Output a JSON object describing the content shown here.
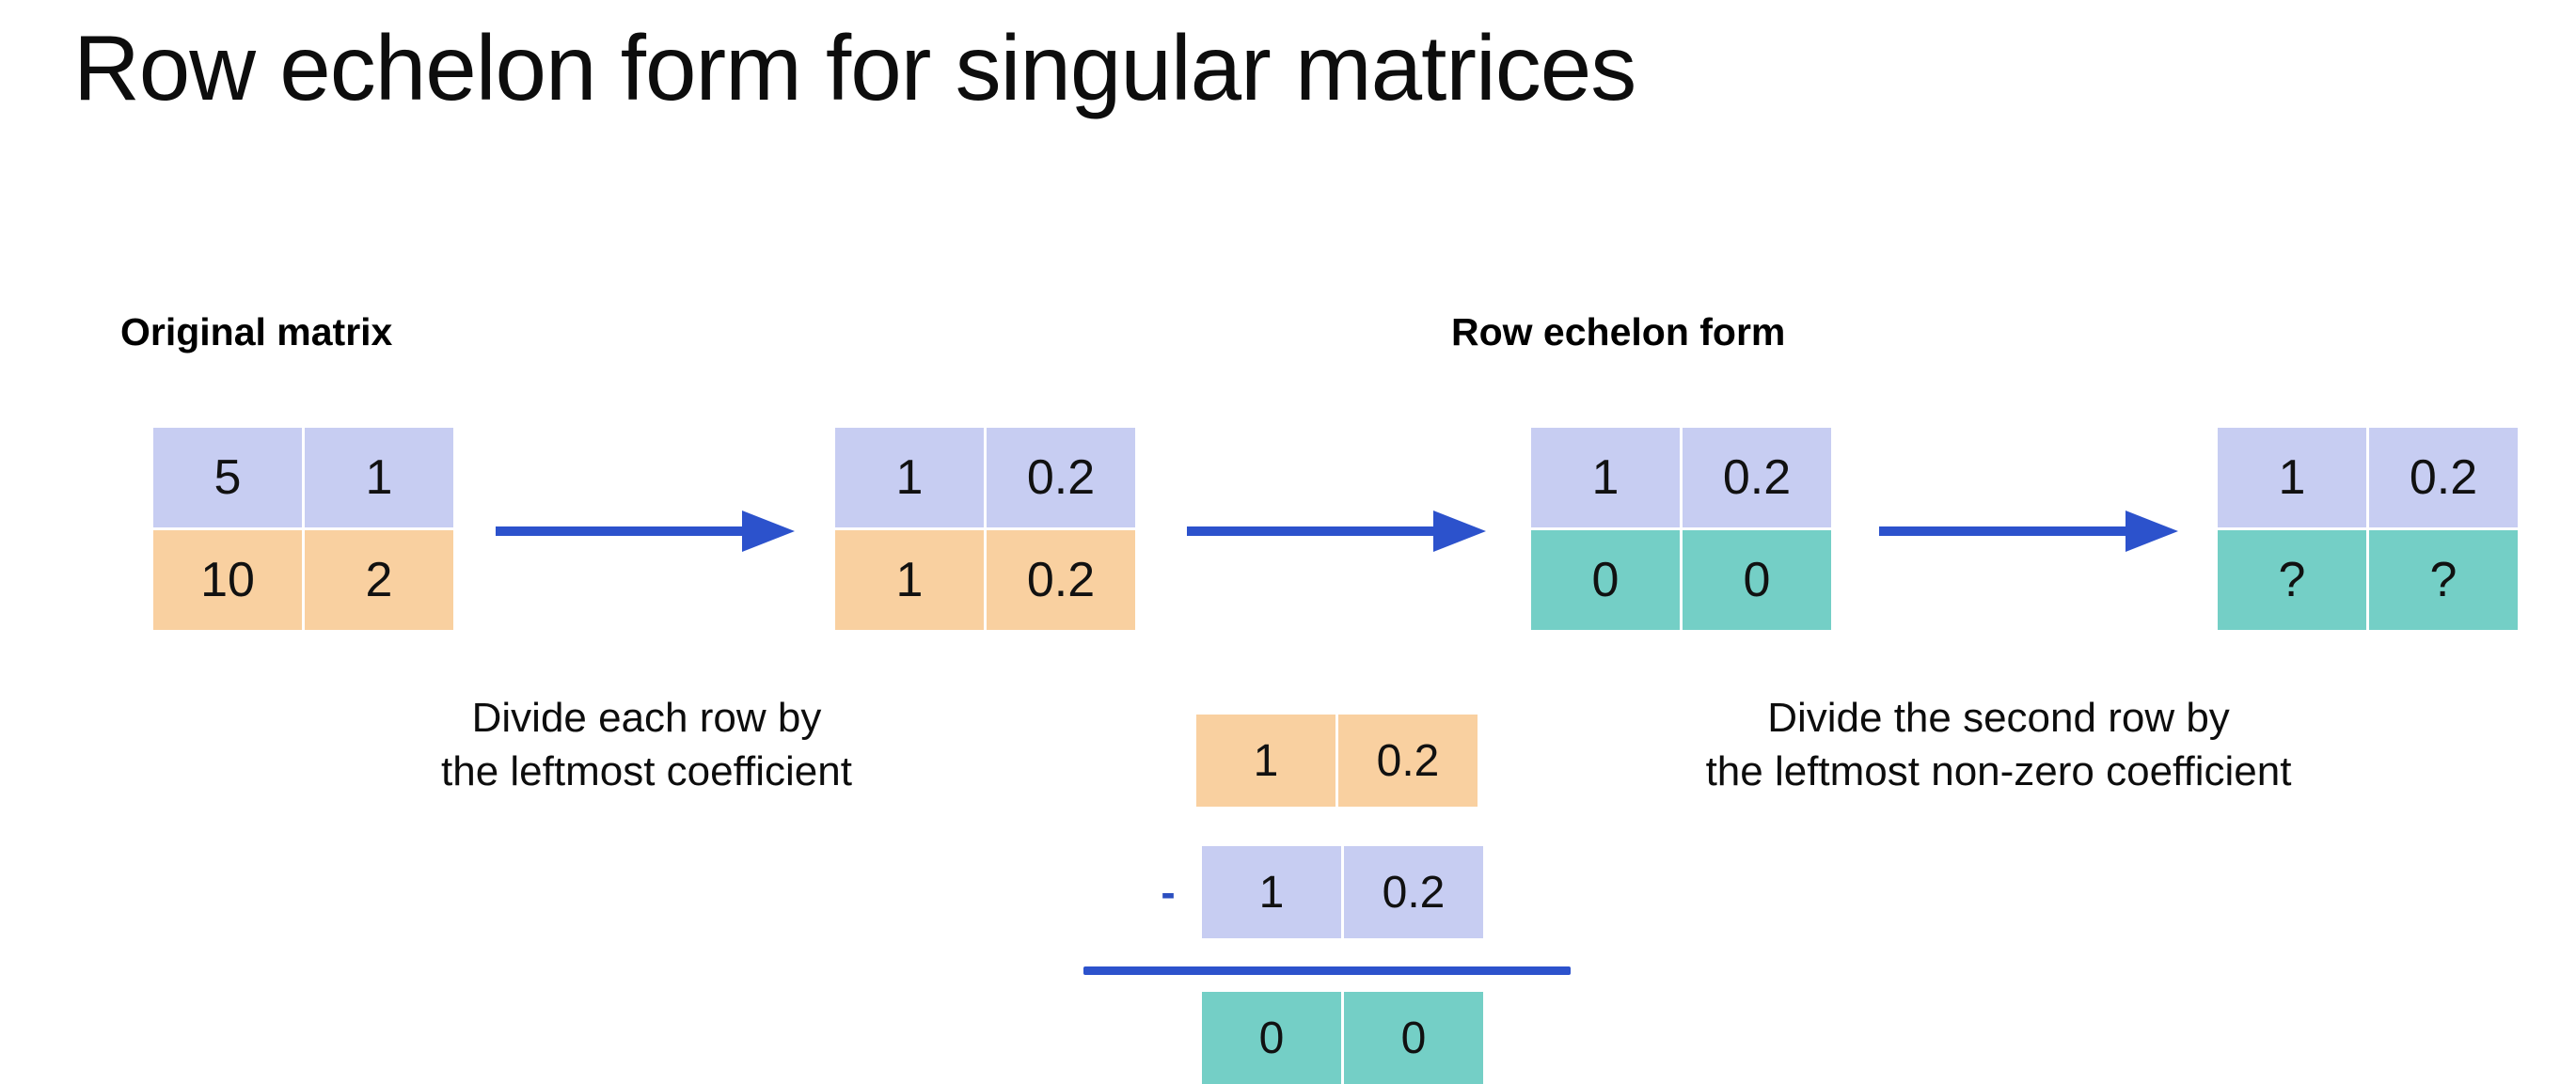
{
  "slide": {
    "title": "Row echelon form for singular matrices",
    "background_color": "#ffffff"
  },
  "colors": {
    "cell_blue": "#c7cdf2",
    "cell_orange": "#f9d0a0",
    "cell_teal": "#74cfc6",
    "arrow_blue": "#2c52cc",
    "text_black": "#0d0d0d"
  },
  "headers": {
    "original": "Original matrix",
    "row_echelon": "Row echelon form"
  },
  "matrices": [
    {
      "id": "original-matrix",
      "rows": [
        {
          "color": "blue",
          "cells": [
            "5",
            "1"
          ]
        },
        {
          "color": "orange",
          "cells": [
            "10",
            "2"
          ]
        }
      ]
    },
    {
      "id": "normalized-matrix",
      "rows": [
        {
          "color": "blue",
          "cells": [
            "1",
            "0.2"
          ]
        },
        {
          "color": "orange",
          "cells": [
            "1",
            "0.2"
          ]
        }
      ]
    },
    {
      "id": "row-echelon-matrix",
      "rows": [
        {
          "color": "blue",
          "cells": [
            "1",
            "0.2"
          ]
        },
        {
          "color": "teal",
          "cells": [
            "0",
            "0"
          ]
        }
      ]
    },
    {
      "id": "unknown-matrix",
      "rows": [
        {
          "color": "blue",
          "cells": [
            "1",
            "0.2"
          ]
        },
        {
          "color": "teal",
          "cells": [
            "?",
            "?"
          ]
        }
      ]
    }
  ],
  "arrows": [
    {
      "id": "arrow-1",
      "direction": "right"
    },
    {
      "id": "arrow-2",
      "direction": "right"
    },
    {
      "id": "arrow-3",
      "direction": "right"
    }
  ],
  "captions": {
    "step1": {
      "line1": "Divide each row by",
      "line2": "the leftmost coefficient"
    },
    "step3": {
      "line1": "Divide the second row by",
      "line2": "the leftmost non-zero coefficient"
    }
  },
  "work_block": {
    "operator": "-",
    "minuend": {
      "color": "orange",
      "cells": [
        "1",
        "0.2"
      ]
    },
    "subtrahend": {
      "color": "blue",
      "cells": [
        "1",
        "0.2"
      ]
    },
    "result": {
      "color": "teal",
      "cells": [
        "0",
        "0"
      ]
    }
  }
}
